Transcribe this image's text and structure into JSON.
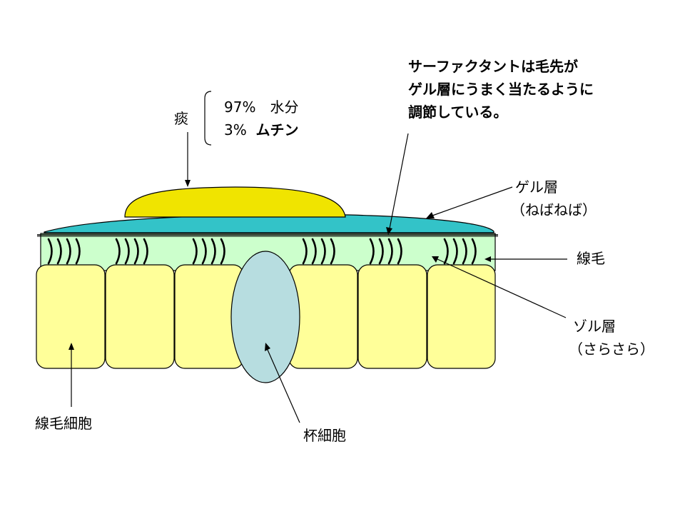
{
  "sputum": {
    "label": "痰",
    "water": "97%　水分",
    "mucin_pct": "3%",
    "mucin_name": "ムチン"
  },
  "surfactant_note": {
    "line1": "サーファクタントは毛先が",
    "line2": "ゲル層にうまく当たるように",
    "line3": "調節している。"
  },
  "gel_layer": {
    "name": "ゲル層",
    "desc": "（ねばねば）"
  },
  "cilia": {
    "name": "線毛"
  },
  "sol_layer": {
    "name": "ゾル層",
    "desc": "（さらさら）"
  },
  "ciliated_cell": {
    "name": "線毛細胞"
  },
  "goblet_cell": {
    "name": "杯細胞"
  },
  "colors": {
    "mucus": "#f0e400",
    "gel": "#33c3c8",
    "sol": "#ccffcc",
    "ciliated_cell": "#ffff99",
    "goblet_cell": "#b7dde0"
  }
}
